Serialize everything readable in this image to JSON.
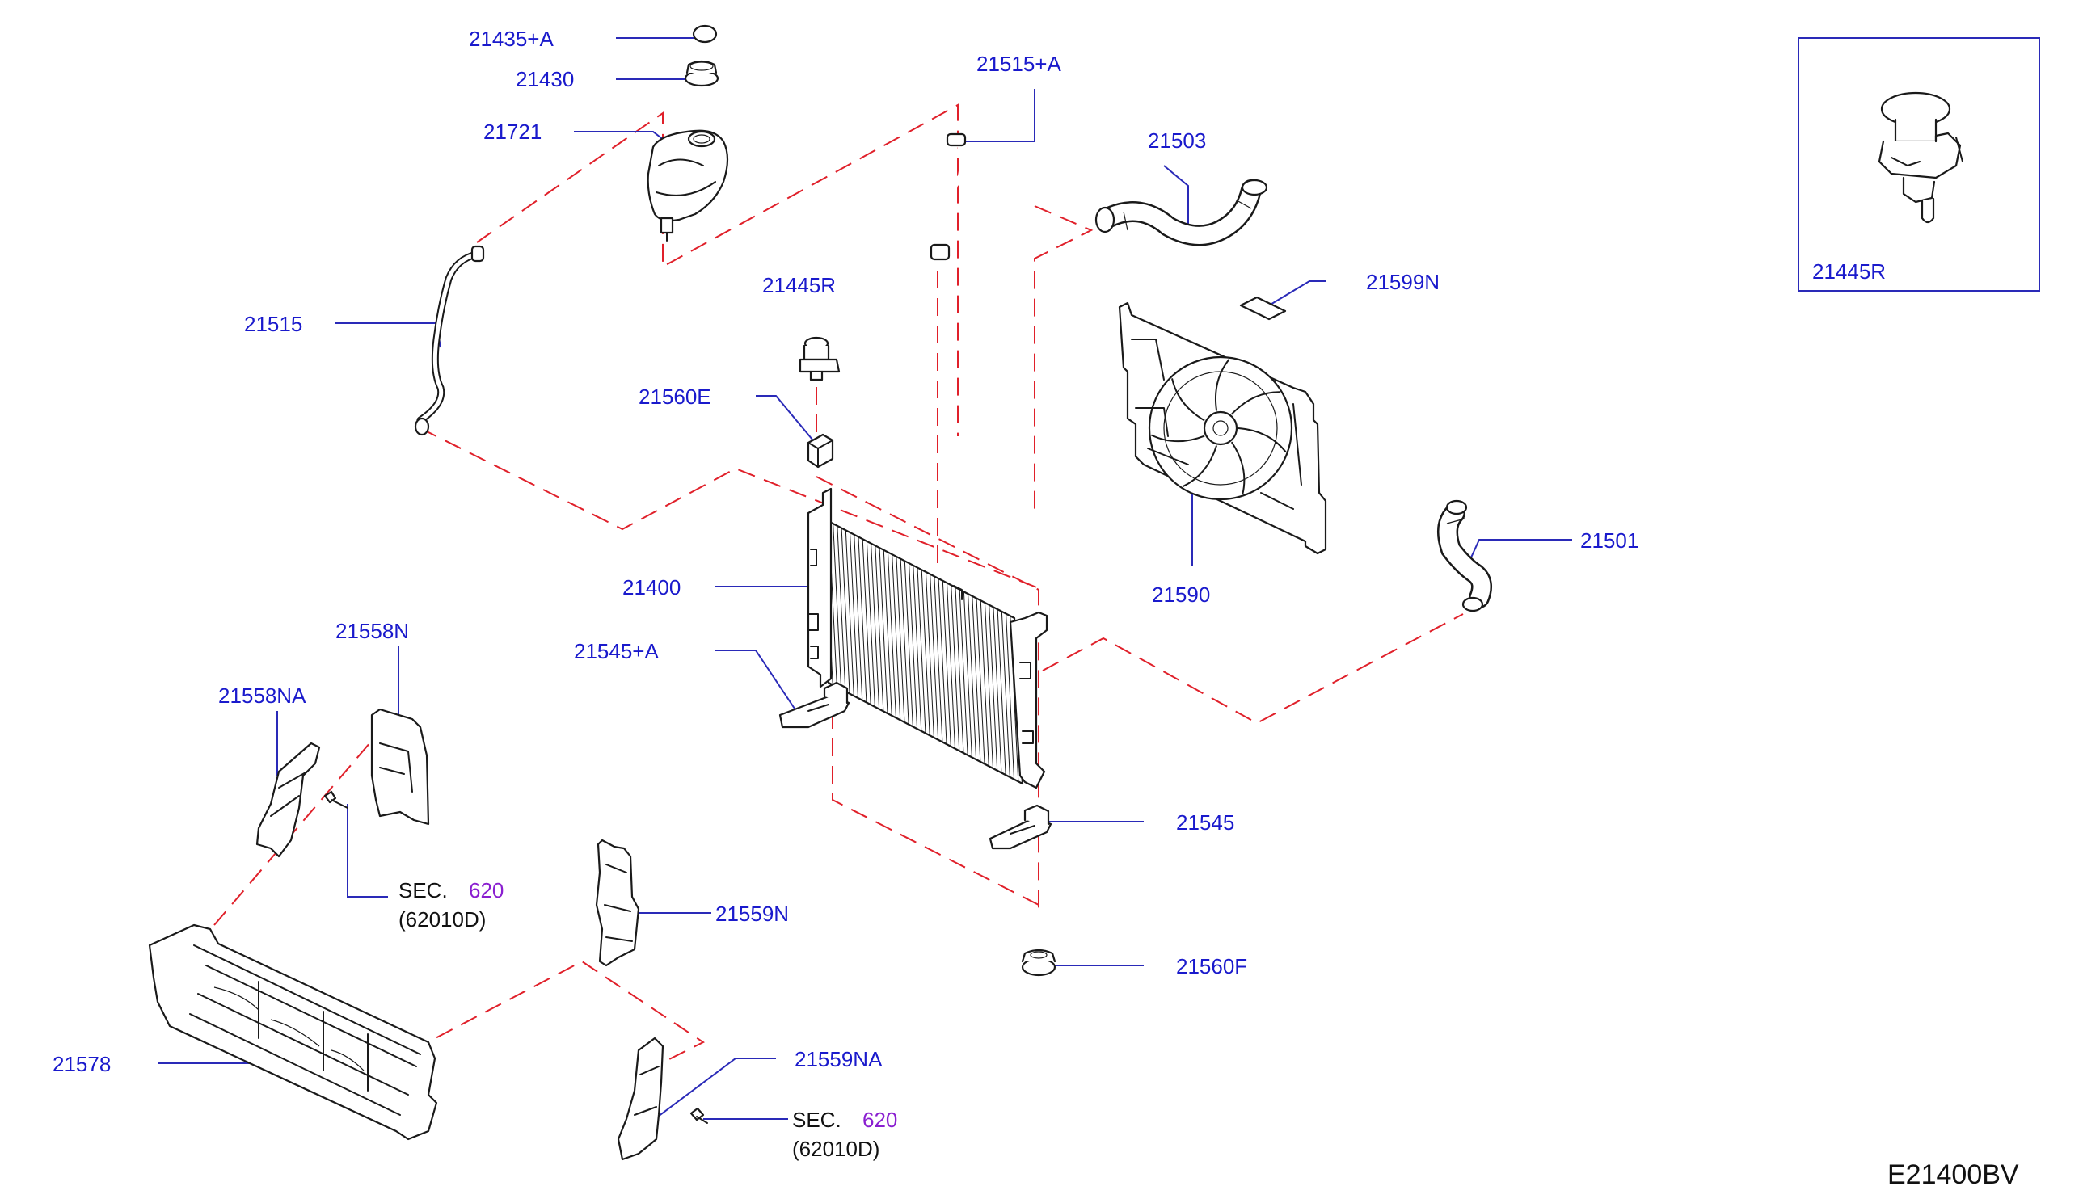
{
  "diagram": {
    "callouts": {
      "c21435a": "21435+A",
      "c21430": "21430",
      "c21721": "21721",
      "c21515a": "21515+A",
      "c21503": "21503",
      "c21599n": "21599N",
      "c21445r": "21445R",
      "c21515": "21515",
      "c21560e": "21560E",
      "c21400": "21400",
      "c21590": "21590",
      "c21501": "21501",
      "c21545a": "21545+A",
      "c21558n": "21558N",
      "c21558na": "21558NA",
      "c21545": "21545",
      "c21559n": "21559N",
      "c21560f": "21560F",
      "c21578": "21578",
      "c21559na": "21559NA"
    },
    "inset_label": "21445R",
    "section_refs": [
      {
        "prefix": "SEC.",
        "number": "620",
        "code": "(62010D)"
      },
      {
        "prefix": "SEC.",
        "number": "620",
        "code": "(62010D)"
      }
    ],
    "drawing_code": "E21400BV"
  },
  "colors": {
    "callout_text": "#1a1acc",
    "leader_line": "#2a2ab8",
    "dashed_line": "#e0202a",
    "section_number": "#8a1fd0",
    "part_outline": "#1a1a1a"
  }
}
